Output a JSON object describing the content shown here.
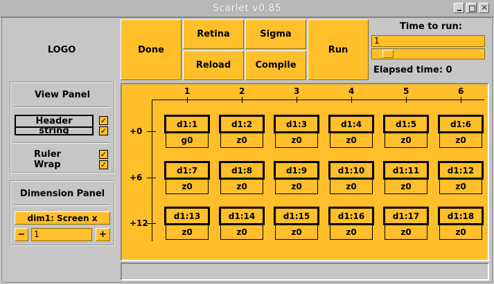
{
  "window": {
    "title": "Scarlet v0.85"
  },
  "toolbar": {
    "logo": "LOGO",
    "done": "Done",
    "retina": "Retina",
    "sigma": "Sigma",
    "reload": "Reload",
    "compile": "Compile",
    "run": "Run",
    "time_to_run_label": "Time to run:",
    "time_to_run_value": "1",
    "elapsed_label": "Elapsed time: 0"
  },
  "view_panel": {
    "title": "View Panel",
    "header_label": "Header",
    "string_label": "string",
    "header_checked": true,
    "string_checked": true,
    "ruler_label": "Ruler",
    "wrap_label": "Wrap",
    "ruler_checked": true,
    "wrap_checked": true
  },
  "dimension_panel": {
    "title": "Dimension Panel",
    "dim_button": "dim1: Screen x",
    "minus": "−",
    "value": "1",
    "plus": "+"
  },
  "grid": {
    "columns": [
      "1",
      "2",
      "3",
      "4",
      "5",
      "6"
    ],
    "rows": [
      "+0",
      "+6",
      "+12"
    ],
    "cells": [
      [
        {
          "name": "d1:1",
          "value": "g0"
        },
        {
          "name": "d1:2",
          "value": "z0"
        },
        {
          "name": "d1:3",
          "value": "z0"
        },
        {
          "name": "d1:4",
          "value": "z0"
        },
        {
          "name": "d1:5",
          "value": "z0"
        },
        {
          "name": "d1:6",
          "value": "z0"
        }
      ],
      [
        {
          "name": "d1:7",
          "value": "z0"
        },
        {
          "name": "d1:8",
          "value": "z0"
        },
        {
          "name": "d1:9",
          "value": "z0"
        },
        {
          "name": "d1:10",
          "value": "z0"
        },
        {
          "name": "d1:11",
          "value": "z0"
        },
        {
          "name": "d1:12",
          "value": "z0"
        }
      ],
      [
        {
          "name": "d1:13",
          "value": "z0"
        },
        {
          "name": "d1:14",
          "value": "z0"
        },
        {
          "name": "d1:15",
          "value": "z0"
        },
        {
          "name": "d1:16",
          "value": "z0"
        },
        {
          "name": "d1:17",
          "value": "z0"
        },
        {
          "name": "d1:18",
          "value": "z0"
        }
      ]
    ]
  },
  "colors": {
    "accent": "#ffbf2a",
    "background": "#c6c6c6"
  },
  "icons": {
    "minimize": "minimize-icon",
    "maximize": "maximize-icon",
    "close": "close-icon",
    "check": "check-icon"
  }
}
